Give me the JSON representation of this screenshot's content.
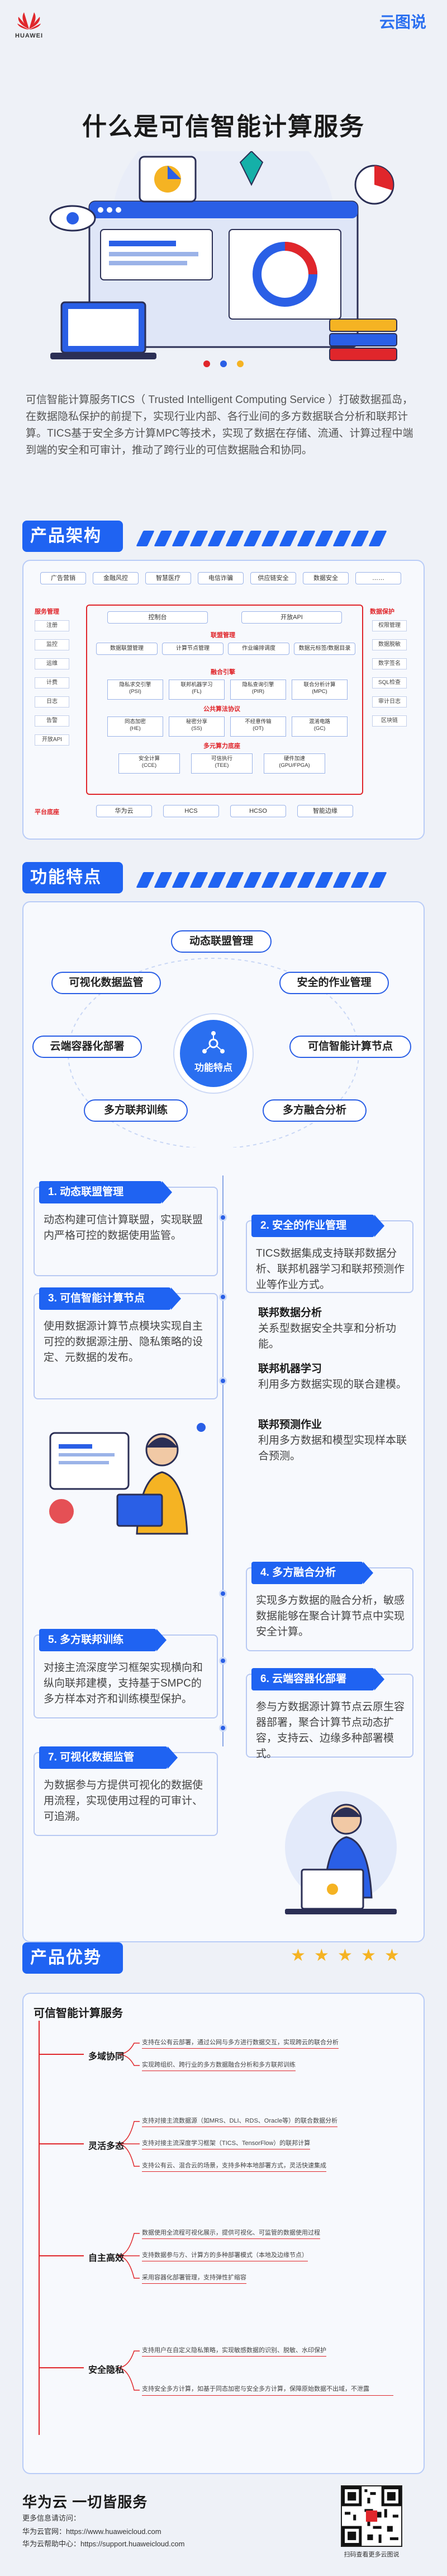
{
  "header": {
    "brand": "HUAWEI",
    "partner_logo": "云图说",
    "page_title": "什么是可信智能计算服务"
  },
  "intro_text": "可信智能计算服务TICS（ Trusted Intelligent Computing Service ）打破数据孤岛，在数据隐私保护的前提下，实现行业内部、各行业间的多方数据联合分析和联邦计算。TICS基于安全多方计算MPC等技术，实现了数据在存储、流通、计算过程中端到端的安全和可审计，推动了跨行业的可信数据融合和协同。",
  "architecture": {
    "section_title": "产品架构",
    "top_industries": [
      "广告营销",
      "金融风控",
      "智慧医疗",
      "电信诈骗",
      "供应链安全",
      "数据安全",
      "……"
    ],
    "left_group_title": "服务管理",
    "left_items": [
      "注册",
      "监控",
      "运维",
      "计费",
      "日志",
      "告警",
      "开放API"
    ],
    "right_group_title": "数据保护",
    "right_items": [
      "权限管理",
      "数据脱敏",
      "数字签名",
      "SQL检查",
      "审计日志",
      "区块链"
    ],
    "row1": [
      "控制台",
      "开放API"
    ],
    "row2": [
      "数据联盟管理",
      "计算节点管理",
      "作业编排调度",
      "数据元标签/数据目录"
    ],
    "engine_title": "融合引擎",
    "engine_cells": [
      "隐私求交引擎\n(PSI)",
      "联邦机器学习\n(FL)",
      "隐私查询引擎\n(PIR)",
      "联合分析计算\n(MPC)"
    ],
    "protocol_title": "公共算法协议",
    "protocol_cells": [
      "同态加密\n(HE)",
      "秘密分享\n(SS)",
      "不经意传输\n(OT)",
      "混淆电路\n(GC)"
    ],
    "hardware_title": "多元算力底座",
    "hardware_cells": [
      "安全计算\n(CCE)",
      "可信执行\n(TEE)",
      "硬件加速\n(GPU/FPGA)"
    ],
    "platform_title": "平台底座",
    "platform_items": [
      "华为云",
      "HCS",
      "HCSO",
      "智能边缘"
    ],
    "bottom_note": "……"
  },
  "features": {
    "section_title": "功能特点",
    "center_label": "功能特点",
    "orbit": [
      "动态联盟管理",
      "安全的作业管理",
      "可信智能计算节点",
      "多方融合分析",
      "多方联邦训练",
      "云端容器化部署",
      "可视化数据监管"
    ],
    "cards": [
      {
        "title": "1. 动态联盟管理",
        "text": "动态构建可信计算联盟，实现联盟内严格可控的数据使用监管。"
      },
      {
        "title": "2. 安全的作业管理",
        "text": "TICS数据集成支持联邦数据分析、联邦机器学习和联邦预测作业等作业方式。"
      },
      {
        "title": "3. 可信智能计算节点",
        "text": "使用数据源计算节点模块实现自主可控的数据源注册、隐私策略的设定、元数据的发布。"
      },
      {
        "title": "4. 多方融合分析",
        "text": "实现多方数据的融合分析，敏感数据能够在聚合计算节点中实现安全计算。"
      },
      {
        "title": "5. 多方联邦训练",
        "text": "对接主流深度学习框架实现横向和纵向联邦建模，支持基于SMPC的多方样本对齐和训练模型保护。"
      },
      {
        "title": "6. 云端容器化部署",
        "text": "参与方数据源计算节点云原生容器部署，聚合计算节点动态扩容，支持云、边缘多种部署模式。"
      },
      {
        "title": "7. 可视化数据监管",
        "text": "为数据参与方提供可视化的数据使用流程，实现使用过程的可审计、可追溯。"
      }
    ],
    "sub_sections": [
      {
        "title": "联邦数据分析",
        "text": "关系型数据安全共享和分析功能。"
      },
      {
        "title": "联邦机器学习",
        "text": "利用多方数据实现的联合建模。"
      },
      {
        "title": "联邦预测作业",
        "text": "利用多方数据和模型实现样本联合预测。"
      }
    ]
  },
  "advantages": {
    "section_title": "产品优势",
    "root": "可信智能计算服务",
    "groups": [
      {
        "name": "多域协同",
        "items": [
          "支持在公有云部署，通过公网与多方进行数据交互，实现跨云的联合分析",
          "实现跨组织、跨行业的多方数据融合分析和多方联邦训练"
        ]
      },
      {
        "name": "灵活多态",
        "items": [
          "支持对接主流数据源（如MRS、DLI、RDS、Oracle等）的联合数据分析",
          "支持对接主流深度学习框架（TICS、TensorFlow）的联邦计算",
          "支持公有云、混合云的场景，支持多种本地部署方式，灵活快速集成"
        ]
      },
      {
        "name": "自主高效",
        "items": [
          "数据使用全流程可视化展示，提供可视化、可监管的数据使用过程",
          "支持数据参与方、计算方的多种部署模式（本地及边缘节点）",
          "采用容器化部署管理，支持弹性扩缩容"
        ]
      },
      {
        "name": "安全隐私",
        "items": [
          "支持用户在自定义隐私策略，实现敏感数据的识别、脱敏、水印保护",
          "支持安全多方计算，如基于同态加密与安全多方计算，保障原始数据不出域，不泄露"
        ]
      }
    ]
  },
  "footer": {
    "title": "华为云 一切皆服务",
    "subtitle": "更多信息请访问：",
    "link1": "华为云官网：https://www.huaweicloud.com",
    "link2": "华为云帮助中心：https://support.huaweicloud.com",
    "qr_caption": "扫码查看更多云图说"
  },
  "colors": {
    "accent": "#1f63f2",
    "highlight": "#f5b323",
    "danger": "#e0262b"
  }
}
